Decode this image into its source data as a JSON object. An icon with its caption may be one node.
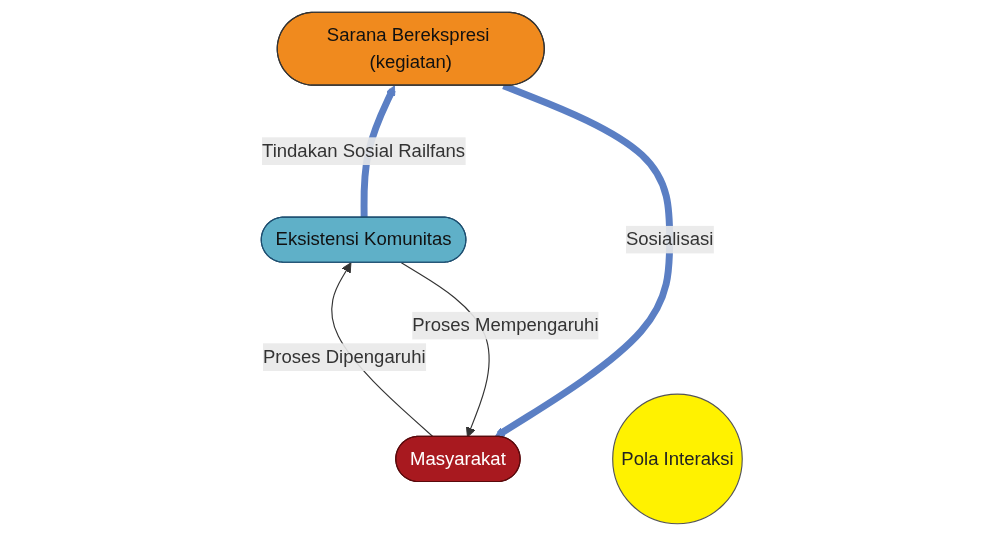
{
  "diagram": {
    "nodes": [
      {
        "text": [
          "Masyarakat"
        ]
      },
      {
        "text": [
          "Pola Interaksi"
        ]
      },
      {
        "text": [
          "Eksistensi Komunitas"
        ]
      },
      {
        "text": [
          "Sarana Berekspresi (kegiatan)"
        ]
      }
    ],
    "edges": [
      {
        "from": 2,
        "to": 0,
        "arrow": "to",
        "label": "Proses Mempengaruhi"
      },
      {
        "from": 0,
        "to": 2,
        "arrow": "to",
        "label": "Proses Dipengaruhi"
      },
      {
        "from": 2,
        "to": 3,
        "arrow": "to",
        "label": "Tindakan Sosial Railfans",
        "style": "thick",
        "color": "#5b7fc4"
      },
      {
        "from": 3,
        "to": 0,
        "arrow": "to",
        "label": "Sosialisasi",
        "style": "thick",
        "color": "#5b7fc4"
      }
    ]
  }
}
